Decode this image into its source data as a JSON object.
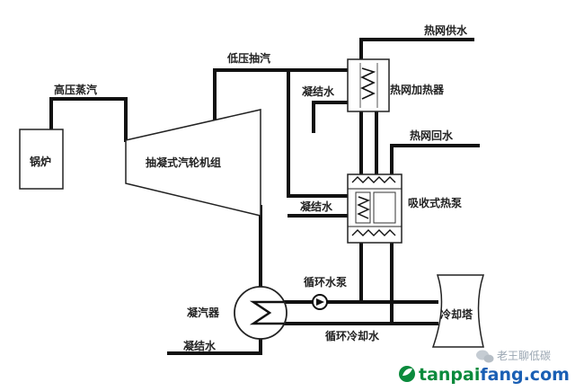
{
  "diagram": {
    "labels": {
      "boiler": "锅炉",
      "hp_steam": "高压蒸汽",
      "turbine": "抽凝式汽轮机组",
      "lp_extraction": "低压抽汽",
      "heating_supply": "热网供水",
      "heating_heater": "热网加热器",
      "condensate_top": "凝结水",
      "heating_return": "热网回水",
      "absorption_hp": "吸收式热泵",
      "condensate_mid": "凝结水",
      "circ_pump": "循环水泵",
      "condenser": "凝汽器",
      "cooling_tower": "冷却塔",
      "circ_cooling_water": "循环冷却水",
      "condensate_bottom": "凝结水"
    }
  },
  "watermark": {
    "author": "老王聊低碳",
    "site": "tanpaifang.com",
    "site_part1": "tanpai",
    "site_part2": "fang.com",
    "colors": {
      "green": "#0a8a3c",
      "blue": "#1a5fb4",
      "logo": "#0a8a3c"
    }
  }
}
